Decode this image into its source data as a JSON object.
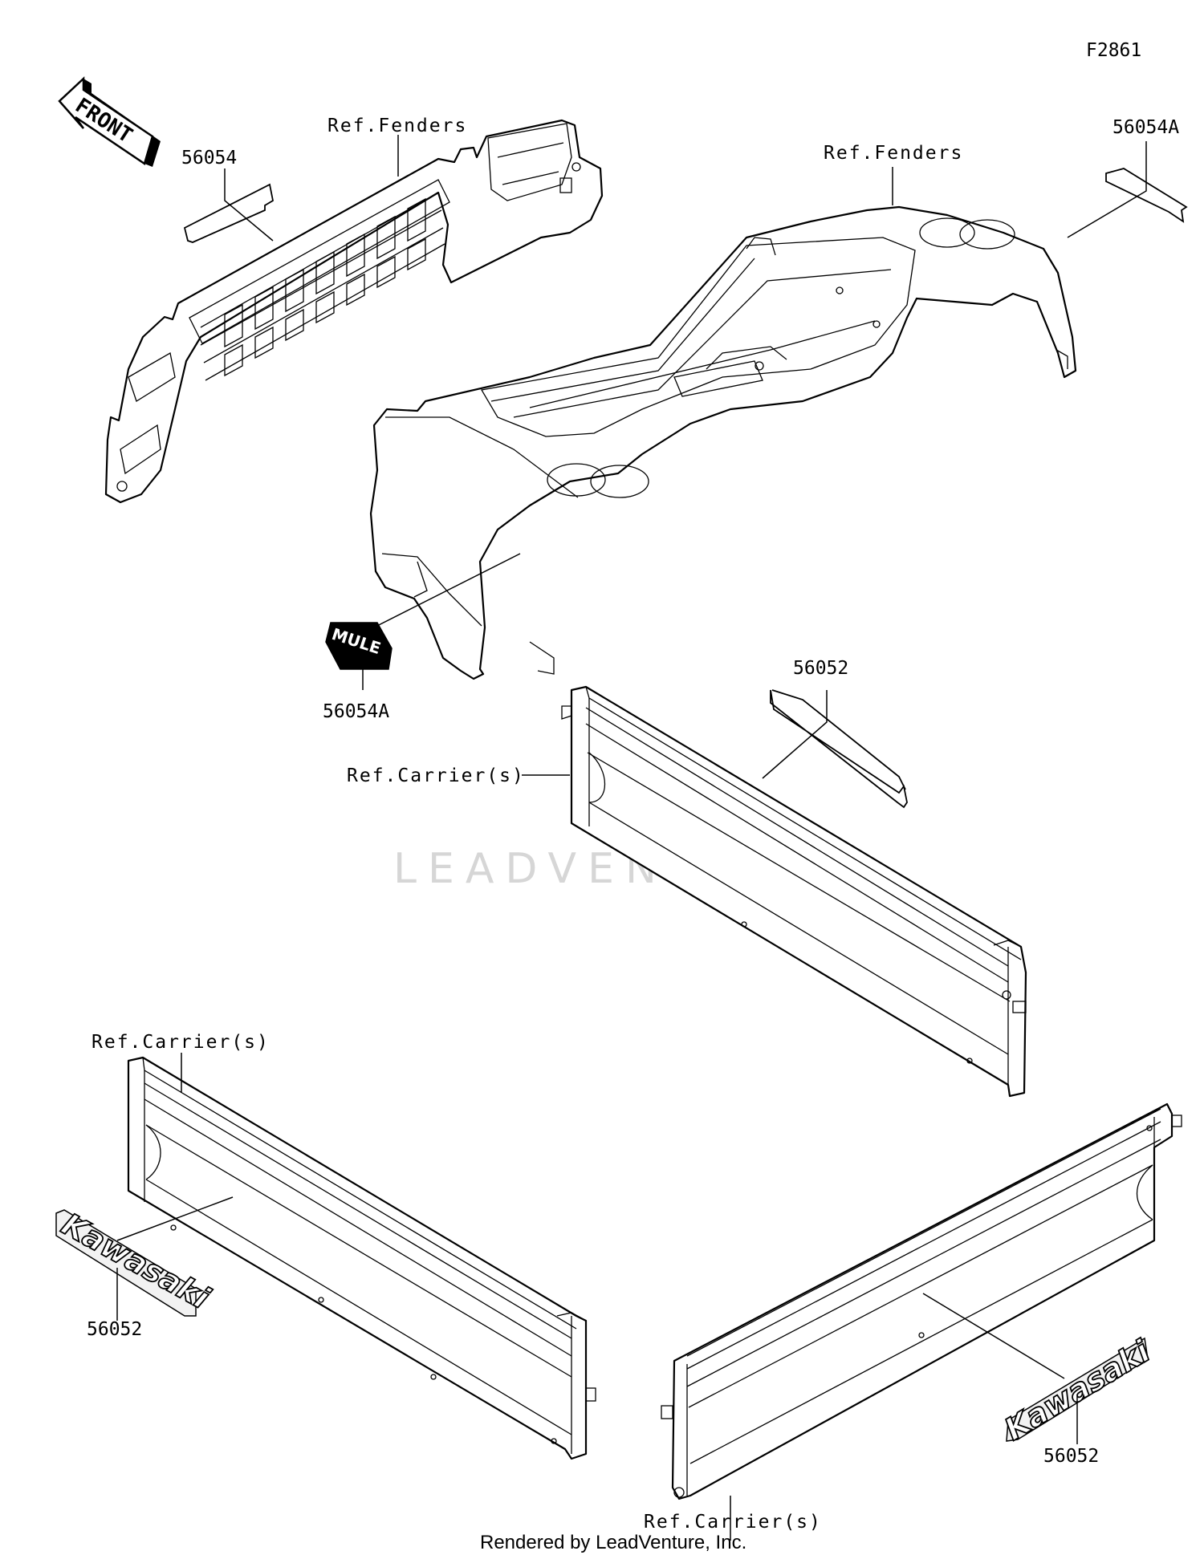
{
  "figure_id": "F2861",
  "footer": "Rendered by LeadVenture, Inc.",
  "watermark": "LEADVENTURE",
  "front_arrow_label": "FRONT",
  "labels": {
    "ref_fenders_front": "Ref.Fenders",
    "ref_fenders_rear": "Ref.Fenders",
    "ref_carriers_top": "Ref.Carrier(s)",
    "ref_carriers_left": "Ref.Carrier(s)",
    "ref_carriers_bottom": "Ref.Carrier(s)"
  },
  "part_numbers": {
    "decal_front_grille": "56054",
    "decal_rear_fender": "56054A",
    "decal_mule_emblem": "56054A",
    "decal_tailgate": "56052",
    "decal_left_side": "56052",
    "decal_right_side": "56052"
  },
  "emblems": {
    "mule": "MULE",
    "kawasaki_left": "Kawasaki",
    "kawasaki_right": "Kawasaki"
  }
}
